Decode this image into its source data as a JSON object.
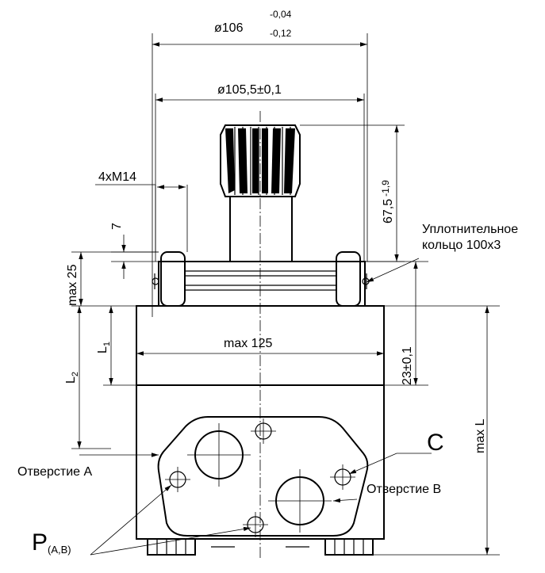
{
  "dimensions": {
    "outer_diameter": "ø106",
    "outer_diameter_tol_upper": "-0,04",
    "outer_diameter_tol_lower": "-0,12",
    "pilot_diameter": "ø105,5±0,1",
    "thread": "4xM14",
    "thread_depth": "7",
    "flange_height": "max 25",
    "shaft_length": "67,5",
    "shaft_length_tol": "-1,9",
    "body_width": "max 125",
    "l1": "L",
    "l1_sub": "1",
    "l2": "L",
    "l2_sub": "2",
    "ref_23": "23±0,1",
    "total_length": "max L"
  },
  "labels": {
    "seal_ring_line1": "Уплотнительное",
    "seal_ring_line2": "кольцо 100х3",
    "port_a": "Отверстие A",
    "port_b": "Отверстие B",
    "port_c": "C",
    "port_p": "P",
    "port_p_sub": "(A,B)"
  }
}
